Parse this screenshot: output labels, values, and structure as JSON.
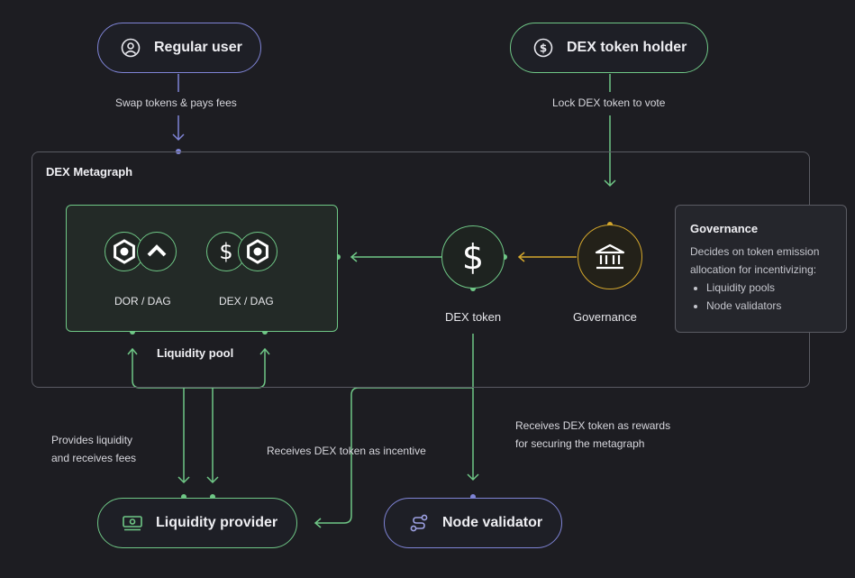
{
  "nodes": {
    "regular_user": "Regular user",
    "dex_token_holder": "DEX token holder",
    "liquidity_provider": "Liquidity provider",
    "node_validator": "Node validator"
  },
  "edge_labels": {
    "swap": "Swap tokens & pays fees",
    "lock": "Lock DEX token to vote",
    "provides_1": "Provides liquidity",
    "provides_2": "and receives fees",
    "incentive": "Receives DEX token as incentive",
    "rewards_1": "Receives DEX token as rewards",
    "rewards_2": "for securing the metagraph"
  },
  "metagraph": {
    "title": "DEX Metagraph",
    "pool_label": "Liquidity pool",
    "pairs": [
      "DOR / DAG",
      "DEX / DAG"
    ],
    "dex_token_label": "DEX token",
    "governance_label": "Governance"
  },
  "governance_card": {
    "title": "Governance",
    "description": "Decides on token emission allocation for incentivizing:",
    "items": [
      "Liquidity pools",
      "Node validators"
    ]
  },
  "icons": {
    "regular_user": "user-circle-icon",
    "dex_token_holder": "dollar-circle-icon",
    "liquidity_provider": "banknote-icon",
    "node_validator": "route-icon",
    "governance": "bank-building-icon",
    "dex_token": "dollar-icon"
  },
  "colors": {
    "background": "#1d1d22",
    "green": "#6fc786",
    "purple": "#7f84d6",
    "gold": "#d4a72c"
  }
}
